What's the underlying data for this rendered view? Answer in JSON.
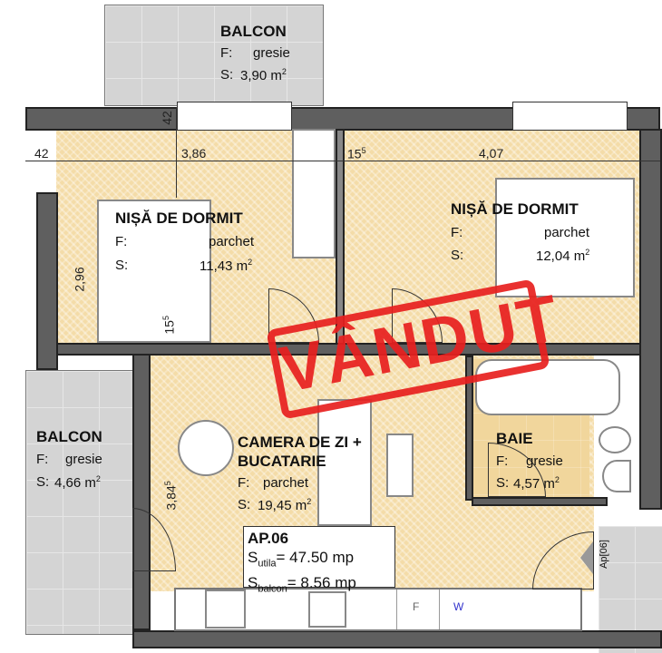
{
  "balcony_top": {
    "title": "BALCON",
    "floor_label": "F:",
    "floor": "gresie",
    "area_label": "S:",
    "area": "3,90 m",
    "sup": "2"
  },
  "bedroom_left": {
    "title": "NIȘĂ DE DORMIT",
    "floor_label": "F:",
    "floor": "parchet",
    "area_label": "S:",
    "area": "11,43 m",
    "sup": "2"
  },
  "bedroom_right": {
    "title": "NIȘĂ DE DORMIT",
    "floor_label": "F:",
    "floor": "parchet",
    "area_label": "S:",
    "area": "12,04 m",
    "sup": "2"
  },
  "living": {
    "title1": "CAMERA DE ZI +",
    "title2": "BUCATARIE",
    "floor_label": "F:",
    "floor": "parchet",
    "area_label": "S:",
    "area": "19,45 m",
    "sup": "2"
  },
  "bath": {
    "title": "BAIE",
    "floor_label": "F:",
    "floor": "gresie",
    "area_label": "S:",
    "area": "4,57 m",
    "sup": "2"
  },
  "balcony_left": {
    "title": "BALCON",
    "floor_label": "F:",
    "floor": "gresie",
    "area_label": "S:",
    "area": "4,66 m",
    "sup": "2"
  },
  "apartment": {
    "name": "AP.06",
    "s": "S",
    "utila_sub": "utila",
    "utila": "= 47.50 mp",
    "balcon_sub": "balcon",
    "balcon": "= 8.56 mp"
  },
  "dimensions": {
    "d42a": "42",
    "d42b": "42",
    "d386": "3,86",
    "d155a": "15",
    "d155a_sup": "5",
    "d407": "4,07",
    "d296": "2,96",
    "d155b": "15",
    "d155b_sup": "5",
    "d384": "3,84",
    "d384_sup": "5"
  },
  "appliances": {
    "fridge": "F",
    "washer": "W"
  },
  "entrance_tag": "Ap[06]",
  "stamp": "VÂNDUT",
  "colors": {
    "stamp": "#e8201f",
    "wall": "#5f5f5f",
    "parquet": "#f4dca8"
  }
}
